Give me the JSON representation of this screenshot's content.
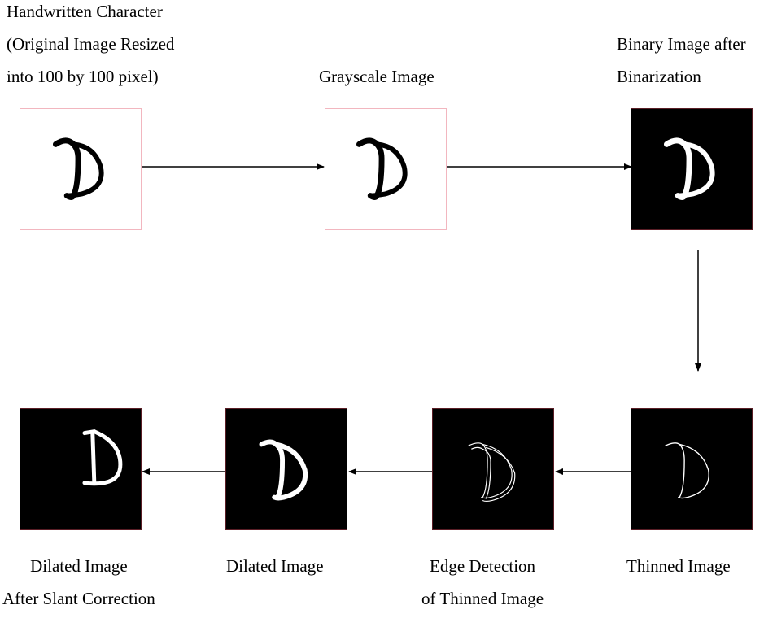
{
  "labels": {
    "original": [
      "Handwritten Character",
      "(Original Image Resized",
      "into 100 by 100 pixel)"
    ],
    "grayscale": [
      "Grayscale Image"
    ],
    "binary": [
      "Binary Image after",
      "Binarization"
    ],
    "thinned": [
      "Thinned Image"
    ],
    "edge": [
      "Edge Detection",
      "of Thinned Image"
    ],
    "dilated": [
      "Dilated Image"
    ],
    "dilated_slant": [
      "Dilated Image",
      "After Slant Correction"
    ]
  },
  "colors": {
    "light_panel_bg": "#ffffff",
    "light_panel_border": "#f2b6bf",
    "dark_panel_bg": "#000000",
    "dark_panel_border": "#5a1e26",
    "arrow": "#000000"
  }
}
